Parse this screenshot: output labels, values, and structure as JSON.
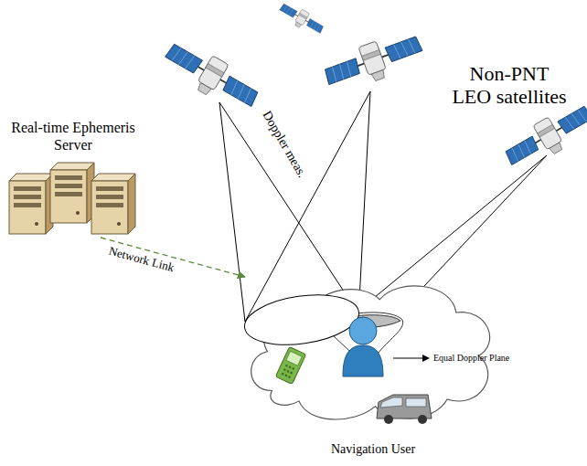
{
  "diagram": {
    "nodes": [
      {
        "text": [
          "Real-time Ephemeris Server"
        ]
      },
      {
        "text": [
          "Navigation User"
        ]
      }
    ],
    "edges": [
      {
        "from": 0,
        "to": 1,
        "arrow": "to",
        "label": "Network Link"
      }
    ],
    "labels": [
      "Non-PNT LEO satellites",
      "Doppler meas.",
      "Equal Doppler Plane"
    ]
  }
}
